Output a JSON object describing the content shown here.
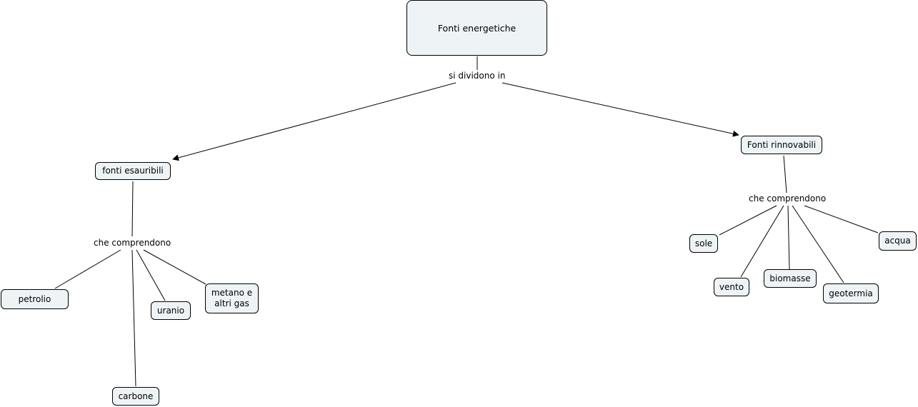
{
  "root": "Fonti energetiche",
  "root_link": "si dividono in",
  "left": {
    "title": "fonti esauribili",
    "link": "che comprendono",
    "items": [
      "petrolio",
      "carbone",
      "uranio",
      "metano e\naltri gas"
    ]
  },
  "right": {
    "title": "Fonti rinnovabili",
    "link": "che comprendono",
    "items": [
      "sole",
      "vento",
      "biomasse",
      "geotermia",
      "acqua"
    ]
  },
  "colors": {
    "node_fill": "#eef3f6",
    "line": "#000000"
  }
}
